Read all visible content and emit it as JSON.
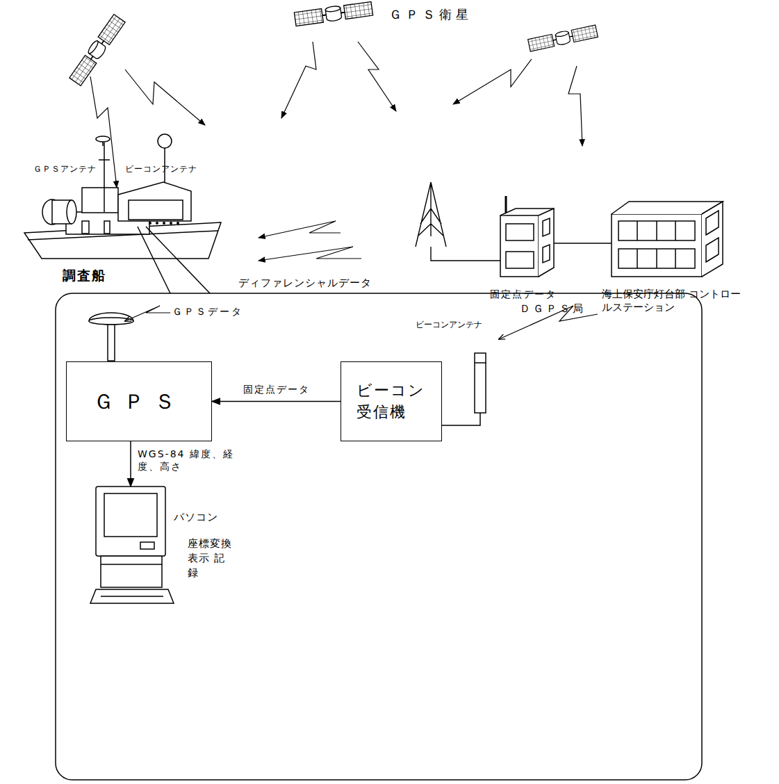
{
  "diagram": {
    "nodes": [
      {
        "text": [
          "ＧＰＳ"
        ],
        "in": null
      },
      {
        "text": [
          "ビーコン 受信機"
        ]
      },
      {
        "text": [
          "パソコン",
          "座標変換 表示 記録"
        ]
      }
    ],
    "edges": [
      {
        "from": 1,
        "to": 0,
        "arrow": "to",
        "label": "固定点データ"
      },
      {
        "from": 0,
        "to": 2,
        "arrow": "to",
        "label": "WGS-84 緯度、経度、高さ"
      }
    ],
    "labels": [
      "ＧＰＳ衛星",
      "ＧＰＳアンテナ",
      "ビーコンアンテナ",
      "ディファレンシャルデータ",
      "調査船",
      "ＤＧＰＳ局",
      "海上保安庁灯台部 コントロールステーション",
      "ＧＰＳデータ",
      "固定点データ",
      "ビーコンアンテナ"
    ]
  }
}
